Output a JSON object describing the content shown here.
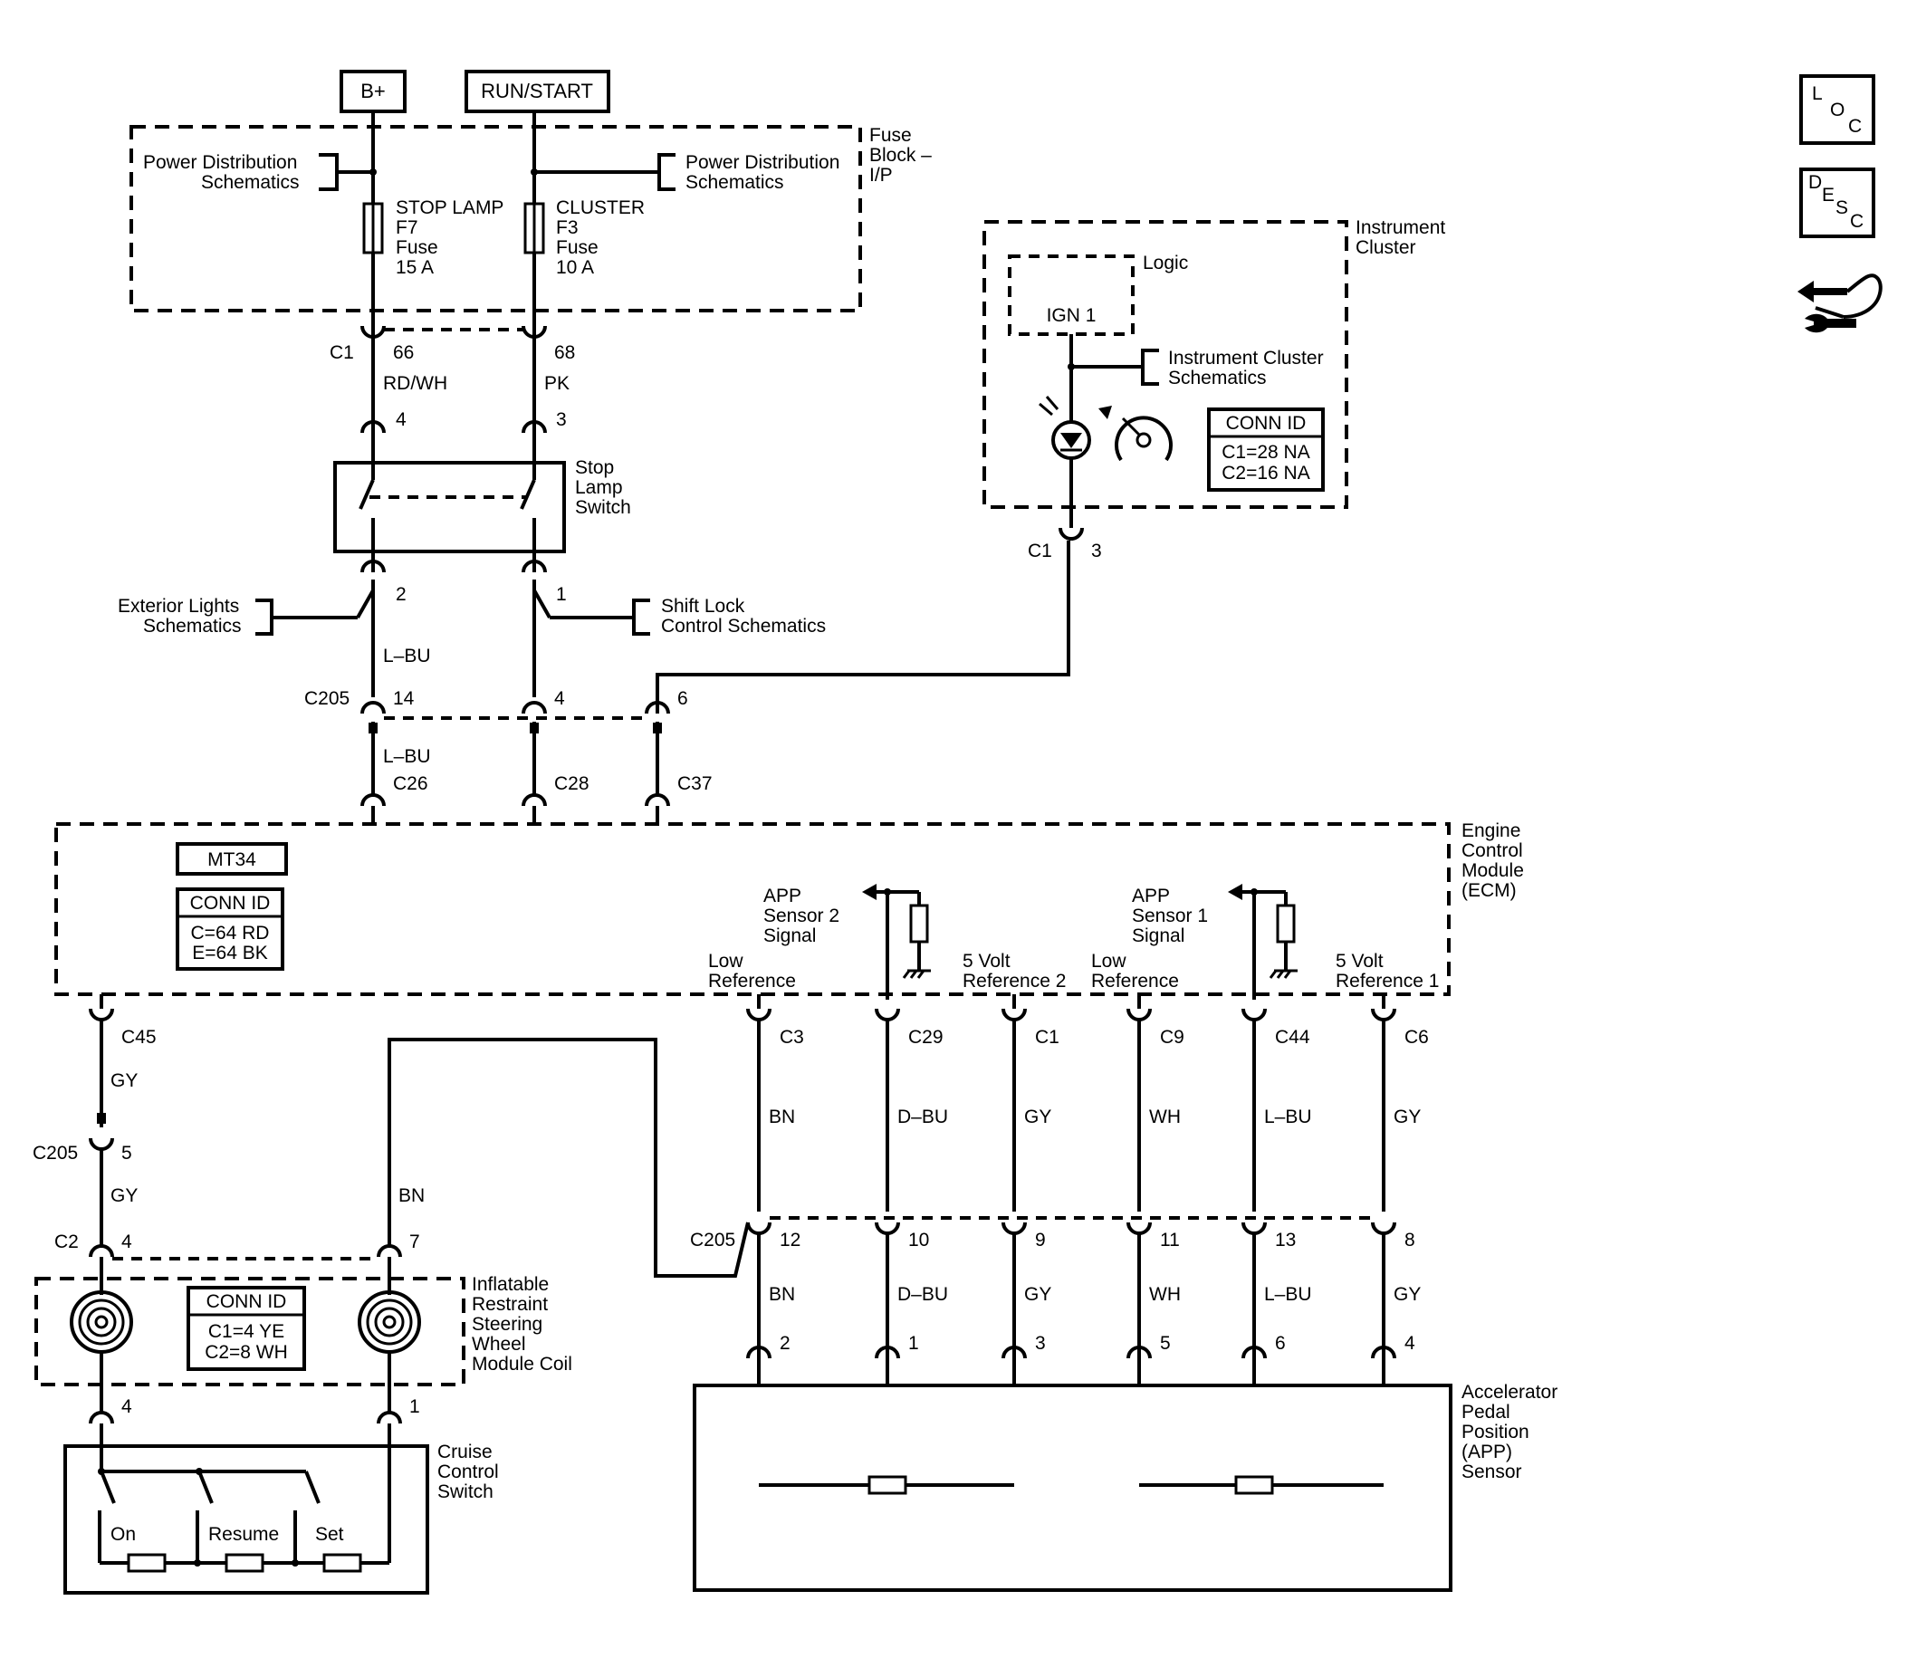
{
  "header": {
    "bplus": "B+",
    "runstart": "RUN/START"
  },
  "fuse_block": {
    "label": [
      "Fuse",
      "Block –",
      "I/P"
    ],
    "pds_left": [
      "Power Distribution",
      "Schematics"
    ],
    "pds_right": [
      "Power Distribution",
      "Schematics"
    ],
    "stop_fuse": [
      "STOP LAMP",
      "F7",
      "Fuse",
      "15 A"
    ],
    "cluster_fuse": [
      "CLUSTER",
      "F3",
      "Fuse",
      "10 A"
    ]
  },
  "c1_top": {
    "conn": "C1",
    "pin_a": "66",
    "pin_b": "68",
    "wire_a": "RD/WH",
    "wire_b": "PK"
  },
  "stop_switch": {
    "label": [
      "Stop",
      "Lamp",
      "Switch"
    ],
    "pin_top_a": "4",
    "pin_top_b": "3",
    "pin_bot_a": "2",
    "pin_bot_b": "1"
  },
  "exterior": [
    "Exterior Lights",
    "Schematics"
  ],
  "shift_lock": [
    "Shift Lock",
    "Control Schematics"
  ],
  "c205_top": {
    "wire_top": "L–BU",
    "conn": "C205",
    "pin_a": "14",
    "pin_b": "4",
    "pin_c": "6",
    "wire_bottom": "L–BU"
  },
  "ecm_conns": [
    "C26",
    "C28",
    "C37"
  ],
  "cluster": {
    "label": [
      "Instrument",
      "Cluster"
    ],
    "logic": "Logic",
    "ign": "IGN 1",
    "schem": [
      "Instrument Cluster",
      "Schematics"
    ],
    "conn_id_title": "CONN ID",
    "conn_id": [
      "C1=28 NA",
      "C2=16 NA"
    ],
    "conn": "C1",
    "pin": "3"
  },
  "ecm": {
    "label": [
      "Engine",
      "Control",
      "Module",
      "(ECM)"
    ],
    "mt": "MT34",
    "conn_id_title": "CONN ID",
    "conn_id": [
      "C=64 RD",
      "E=64 BK"
    ],
    "app2_signal": [
      "APP",
      "Sensor 2",
      "Signal"
    ],
    "app1_signal": [
      "APP",
      "Sensor 1",
      "Signal"
    ],
    "low_ref_a": [
      "Low",
      "Reference"
    ],
    "ref5_2": [
      "5 Volt",
      "Reference 2"
    ],
    "low_ref_b": [
      "Low",
      "Reference"
    ],
    "ref5_1": [
      "5 Volt",
      "Reference 1"
    ]
  },
  "app_pins": [
    {
      "ecm_pin": "C3",
      "wire": "BN",
      "c205": "12",
      "sensor_pin": "2"
    },
    {
      "ecm_pin": "C29",
      "wire": "D–BU",
      "c205": "10",
      "sensor_pin": "1"
    },
    {
      "ecm_pin": "C1",
      "wire": "GY",
      "c205": "9",
      "sensor_pin": "3"
    },
    {
      "ecm_pin": "C9",
      "wire": "WH",
      "c205": "11",
      "sensor_pin": "5"
    },
    {
      "ecm_pin": "C44",
      "wire": "L–BU",
      "c205": "13",
      "sensor_pin": "6"
    },
    {
      "ecm_pin": "C6",
      "wire": "GY",
      "c205": "8",
      "sensor_pin": "4"
    }
  ],
  "c205_bottom": "C205",
  "app_sensor": [
    "Accelerator",
    "Pedal",
    "Position",
    "(APP)",
    "Sensor"
  ],
  "left_branch": {
    "ecm_pin": "C45",
    "wire1": "GY",
    "c205": "C205",
    "c205_pin": "5",
    "wire2": "GY",
    "c2": "C2",
    "c2_pin_a": "4",
    "c2_pin_b": "7",
    "bn": "BN"
  },
  "coil": {
    "label": [
      "Inflatable",
      "Restraint",
      "Steering",
      "Wheel",
      "Module Coil"
    ],
    "conn_id_title": "CONN ID",
    "conn_id": [
      "C1=4 YE",
      "C2=8 WH"
    ],
    "pin_a": "4",
    "pin_b": "1"
  },
  "cruise": {
    "label": [
      "Cruise",
      "Control",
      "Switch"
    ],
    "on": "On",
    "resume": "Resume",
    "set": "Set"
  },
  "icons": {
    "loc": [
      "L",
      "O",
      "C"
    ],
    "desc": [
      "D",
      "E",
      "S",
      "C"
    ]
  }
}
